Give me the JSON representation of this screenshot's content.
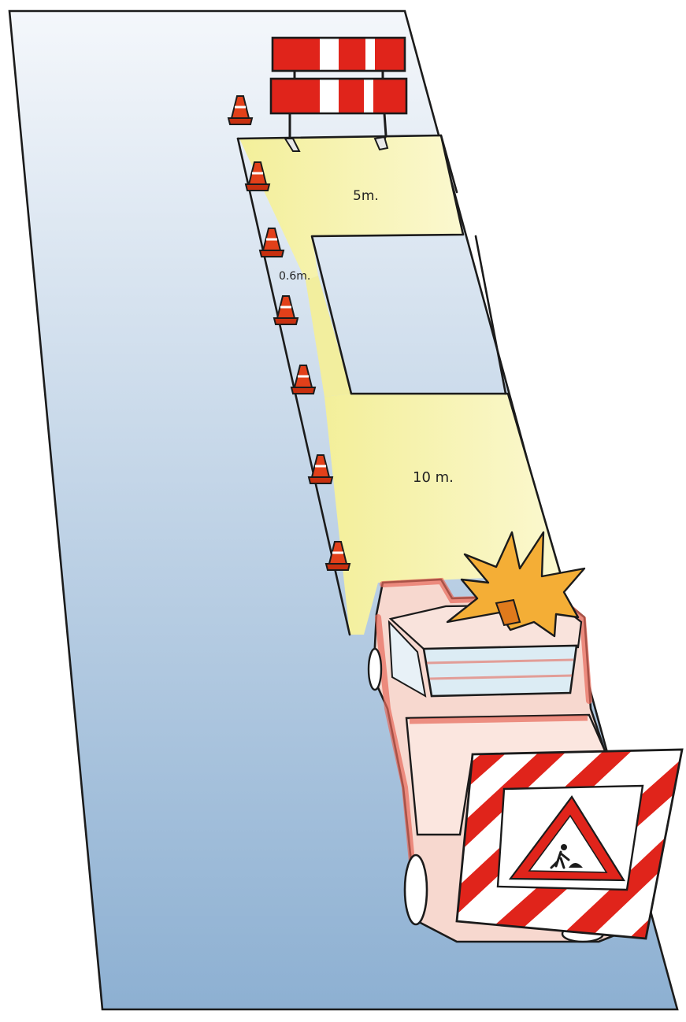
{
  "labels": {
    "top_zone": "5m.",
    "side_gap": "0.6m.",
    "bottom_zone": "10 m."
  },
  "colors": {
    "road_top": "#f3f6fa",
    "road_bottom": "#8fb2d3",
    "work_zone": "#f5f2a8",
    "cone": "#e2401a",
    "barrier_red": "#e0241b",
    "truck": "#e8a090",
    "beacon": "#f2a42c",
    "chevron_red": "#e0241b"
  },
  "icons": {
    "barrier": "road-barrier-icon",
    "cone": "traffic-cone-icon",
    "warning_sign": "roadwork-warning-sign-icon",
    "beacon": "flashing-beacon-icon"
  },
  "cone_count": 7
}
